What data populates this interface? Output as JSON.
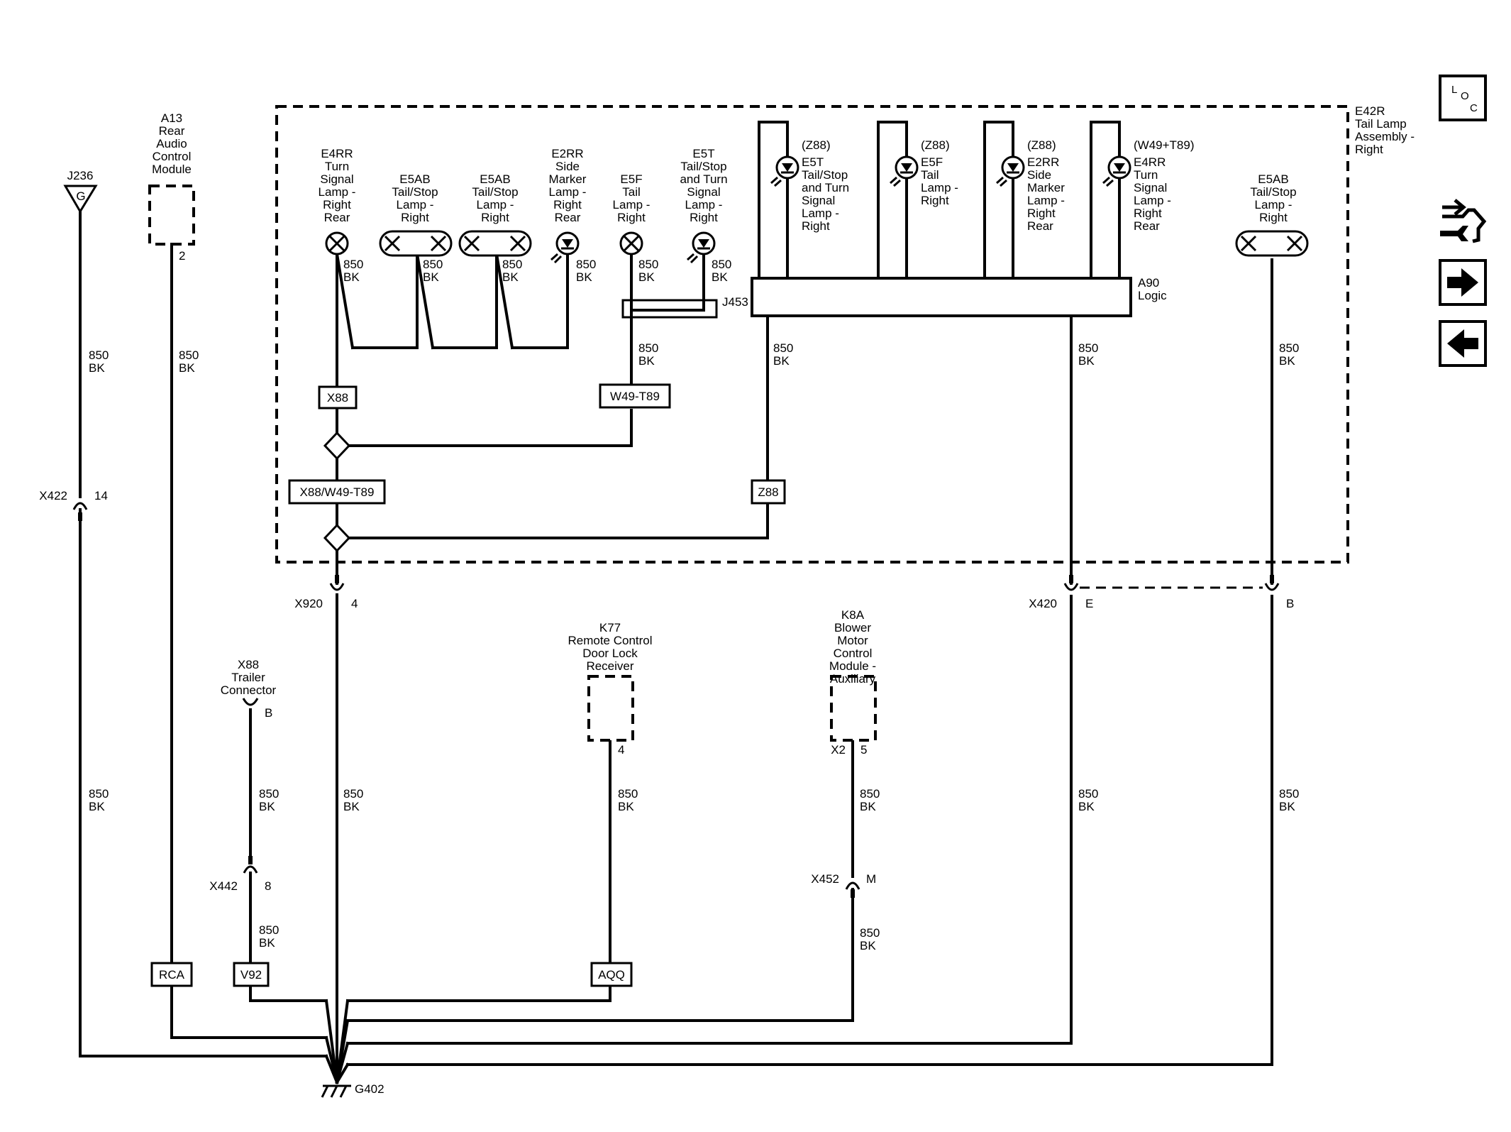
{
  "diagram": {
    "assembly": {
      "name": "E42R",
      "lines": [
        "Tail Lamp",
        "Assembly -",
        "Right"
      ]
    },
    "logic": {
      "name": "A90",
      "label": "Logic"
    },
    "wire": {
      "gauge": "850",
      "color": "BK"
    },
    "ground": "G402",
    "connector_j236": {
      "name": "J236",
      "pin": "G"
    },
    "modules": {
      "a13": {
        "lines": [
          "A13",
          "Rear",
          "Audio",
          "Control",
          "Module"
        ],
        "pin": "2"
      },
      "k77": {
        "lines": [
          "K77",
          "Remote Control",
          "Door Lock",
          "Receiver"
        ],
        "pin": "4"
      },
      "k8a": {
        "lines": [
          "K8A",
          "Blower",
          "Motor",
          "Control",
          "Module -",
          "Auxiliary"
        ],
        "conn": "X2",
        "pin": "5"
      },
      "x88_trailer": {
        "lines": [
          "X88",
          "Trailer",
          "Connector"
        ],
        "pin": "B"
      }
    },
    "lamps_lower": [
      {
        "lines": [
          "E4RR",
          "Turn",
          "Signal",
          "Lamp -",
          "Right",
          "Rear"
        ]
      },
      {
        "lines": [
          "E5AB",
          "Tail/Stop",
          "Lamp -",
          "Right"
        ]
      },
      {
        "lines": [
          "E5AB",
          "Tail/Stop",
          "Lamp -",
          "Right"
        ]
      },
      {
        "lines": [
          "E2RR",
          "Side",
          "Marker",
          "Lamp -",
          "Right",
          "Rear"
        ]
      },
      {
        "lines": [
          "E5F",
          "Tail",
          "Lamp -",
          "Right"
        ]
      },
      {
        "lines": [
          "E5T",
          "Tail/Stop",
          "and Turn",
          "Signal",
          "Lamp -",
          "Right"
        ]
      }
    ],
    "lamp_e5ab_right": {
      "lines": [
        "E5AB",
        "Tail/Stop",
        "Lamp -",
        "Right"
      ]
    },
    "lamps_upper": [
      {
        "option": "(Z88)",
        "lines": [
          "E5T",
          "Tail/Stop",
          "and Turn",
          "Signal",
          "Lamp -",
          "Right"
        ]
      },
      {
        "option": "(Z88)",
        "lines": [
          "E5F",
          "Tail",
          "Lamp -",
          "Right"
        ]
      },
      {
        "option": "(Z88)",
        "lines": [
          "E2RR",
          "Side",
          "Marker",
          "Lamp -",
          "Right",
          "Rear"
        ]
      },
      {
        "option": "(W49+T89)",
        "lines": [
          "E4RR",
          "Turn",
          "Signal",
          "Lamp -",
          "Right",
          "Rear"
        ]
      }
    ],
    "splice_j453": "J453",
    "option_boxes": {
      "x88": "X88",
      "w49_t89": "W49-T89",
      "x88_w49_t89": "X88/W49-T89",
      "z88": "Z88",
      "rca": "RCA",
      "v92": "V92",
      "aqq": "AQQ"
    },
    "inline_connectors": {
      "x422": {
        "name": "X422",
        "pin": "14"
      },
      "x920": {
        "name": "X920",
        "pin": "4"
      },
      "x420": {
        "name": "X420",
        "pin_e": "E",
        "pin_b": "B"
      },
      "x442": {
        "name": "X442",
        "pin": "8"
      },
      "x452": {
        "name": "X452",
        "pin": "M"
      }
    },
    "nav": {
      "loc_letters": [
        "L",
        "O",
        "C"
      ],
      "icons": [
        "connector-wrench-icon",
        "arrow-right-icon",
        "arrow-left-icon"
      ]
    }
  }
}
